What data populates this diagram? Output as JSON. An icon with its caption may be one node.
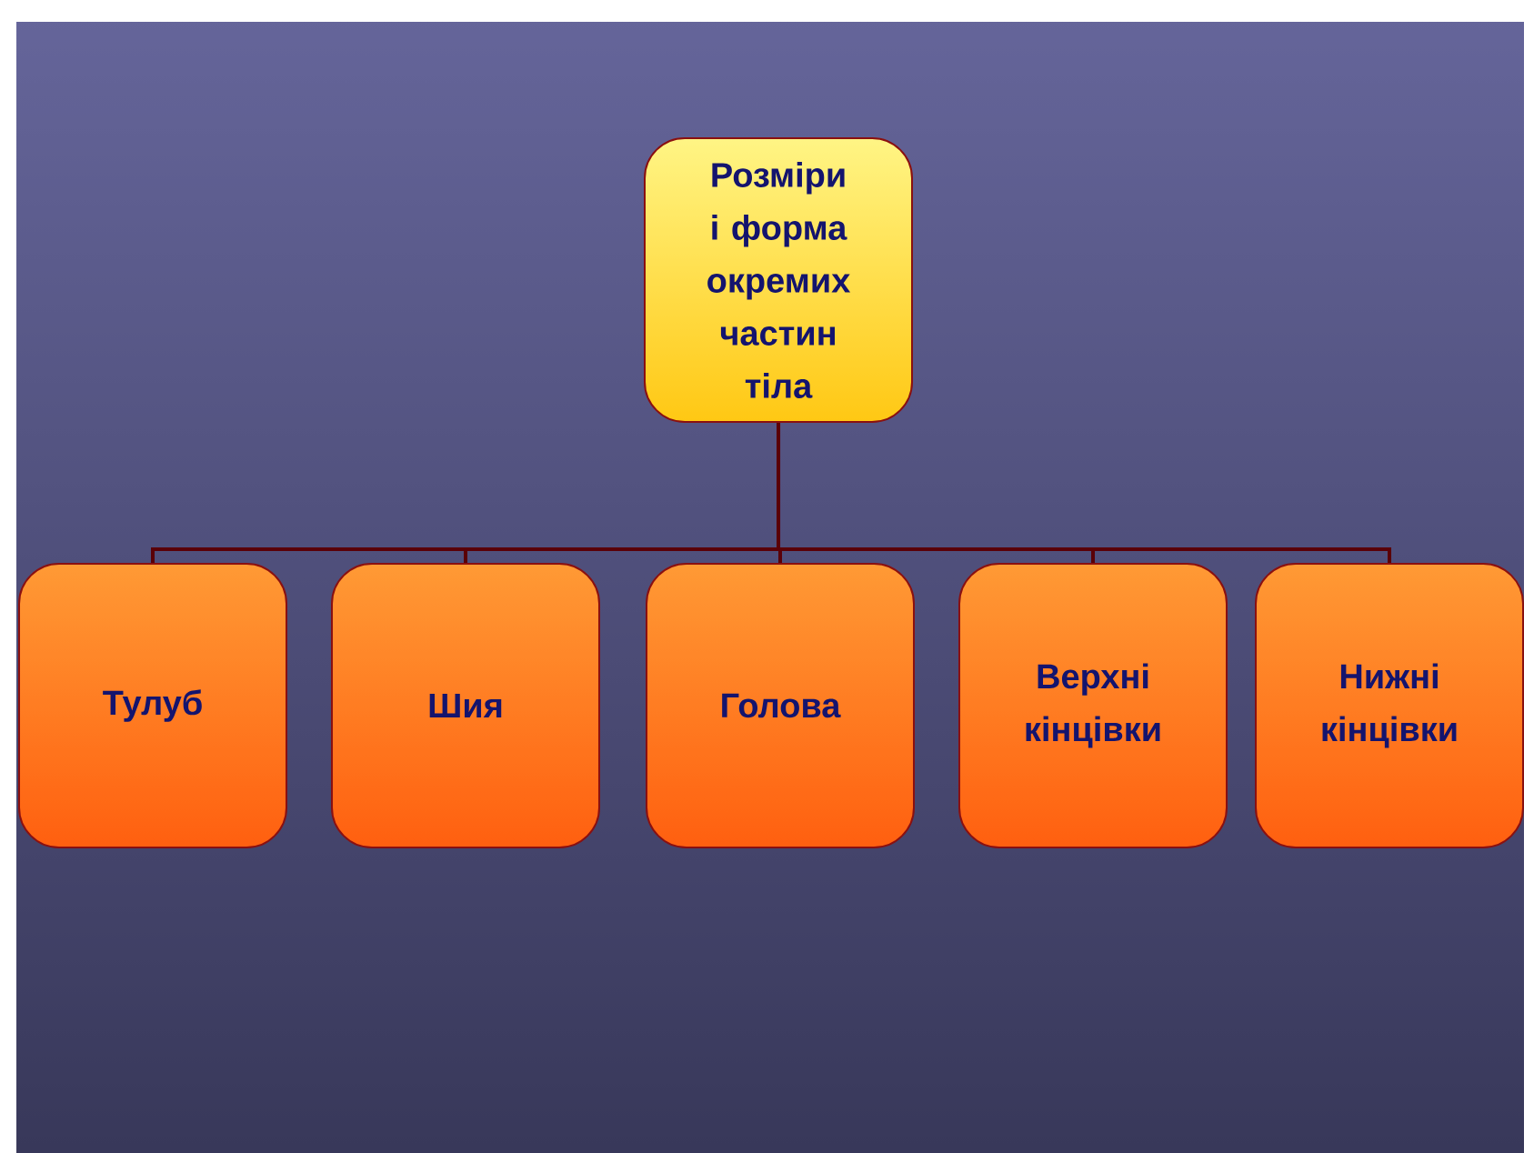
{
  "diagram": {
    "nodes": [
      {
        "text": [
          "Розміри і форма окремих частин тіла"
        ]
      },
      {
        "text": [
          "Тулуб"
        ]
      },
      {
        "text": [
          "Шия"
        ]
      },
      {
        "text": [
          "Голова"
        ]
      },
      {
        "text": [
          "Верхні кінцівки"
        ]
      },
      {
        "text": [
          "Нижні кінцівки"
        ]
      }
    ],
    "edges": [
      {
        "from": 0,
        "to": 1,
        "arrow": "none"
      },
      {
        "from": 0,
        "to": 2,
        "arrow": "none"
      },
      {
        "from": 0,
        "to": 3,
        "arrow": "none"
      },
      {
        "from": 0,
        "to": 4,
        "arrow": "none"
      },
      {
        "from": 0,
        "to": 5,
        "arrow": "none"
      }
    ]
  }
}
